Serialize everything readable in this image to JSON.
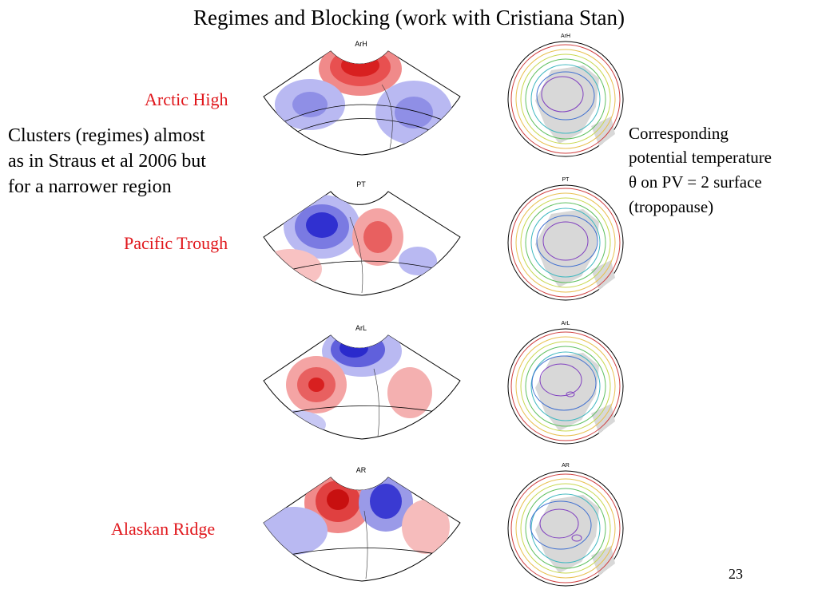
{
  "title": "Regimes and Blocking (work with Cristiana Stan)",
  "left_note": {
    "lines": [
      "Clusters (regimes) almost",
      "as in Straus et al 2006 but",
      "for a narrower region"
    ]
  },
  "right_note": {
    "lines": [
      "Corresponding",
      "potential temperature",
      "θ on PV = 2 surface",
      "(tropopause)"
    ]
  },
  "regimes": [
    {
      "name": "Arctic High",
      "tag": "ArH",
      "polar_tag": "ArH"
    },
    {
      "name": "Pacific Trough",
      "tag": "PT",
      "polar_tag": "PT"
    },
    {
      "name": "",
      "tag": "ArL",
      "polar_tag": "ArL"
    },
    {
      "name": "Alaskan Ridge",
      "tag": "AR",
      "polar_tag": "AR"
    }
  ],
  "colors": {
    "label_red": "#e0161b",
    "anomaly_positive": "#e03030",
    "anomaly_negative": "#3a3ad8",
    "land_gray": "#cccccc"
  },
  "page_number": "23"
}
